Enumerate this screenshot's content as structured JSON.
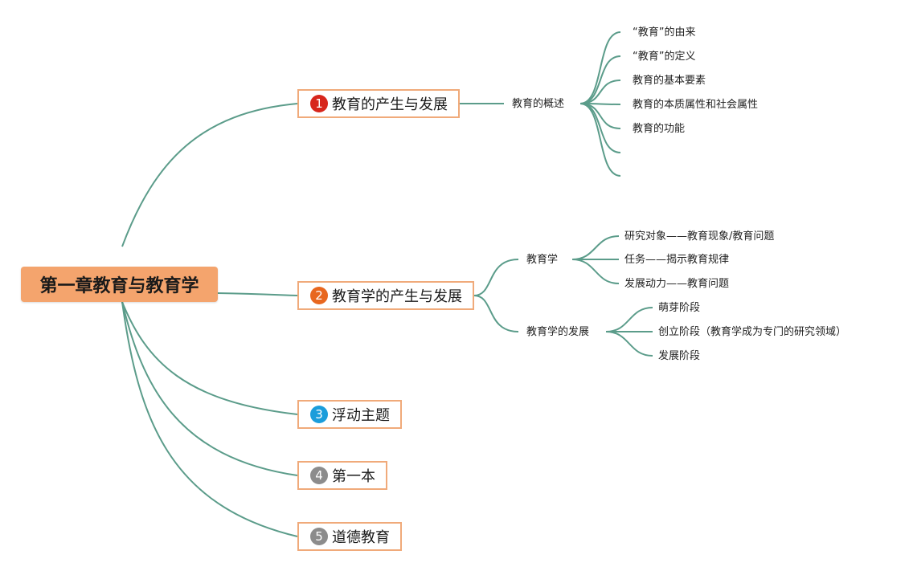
{
  "central_topic": "第一章教育与教育学",
  "topics": [
    {
      "number": "1",
      "label": "教育的产生与发展",
      "badge_color": "#d7261c"
    },
    {
      "number": "2",
      "label": "教育学的产生与发展",
      "badge_color": "#e8671f"
    },
    {
      "number": "3",
      "label": "浮动主题",
      "badge_color": "#1b9ddb"
    },
    {
      "number": "4",
      "label": "第一本",
      "badge_color": "#8c8c8c"
    },
    {
      "number": "5",
      "label": "道德教育",
      "badge_color": "#8c8c8c"
    }
  ],
  "topic1_children": {
    "gaishu": "教育的概述",
    "items": [
      "“教育”的由来",
      "“教育”的定义",
      "教育的基本要素",
      "教育的本质属性和社会属性",
      "教育的功能"
    ]
  },
  "topic2_children": {
    "jiaoyuxue": "教育学",
    "jiaoyuxue_items": [
      "研究对象——教育现象/教育问题",
      "任务——揭示教育规律",
      "发展动力——教育问题"
    ],
    "fazhan": "教育学的发展",
    "fazhan_items": [
      "萌芽阶段",
      "创立阶段（教育学成为专门的研究领域）",
      "发展阶段"
    ]
  },
  "colors": {
    "line": "#5b9c8a",
    "central_fill": "#f4a46d",
    "topic_border": "#f0aa7a"
  }
}
